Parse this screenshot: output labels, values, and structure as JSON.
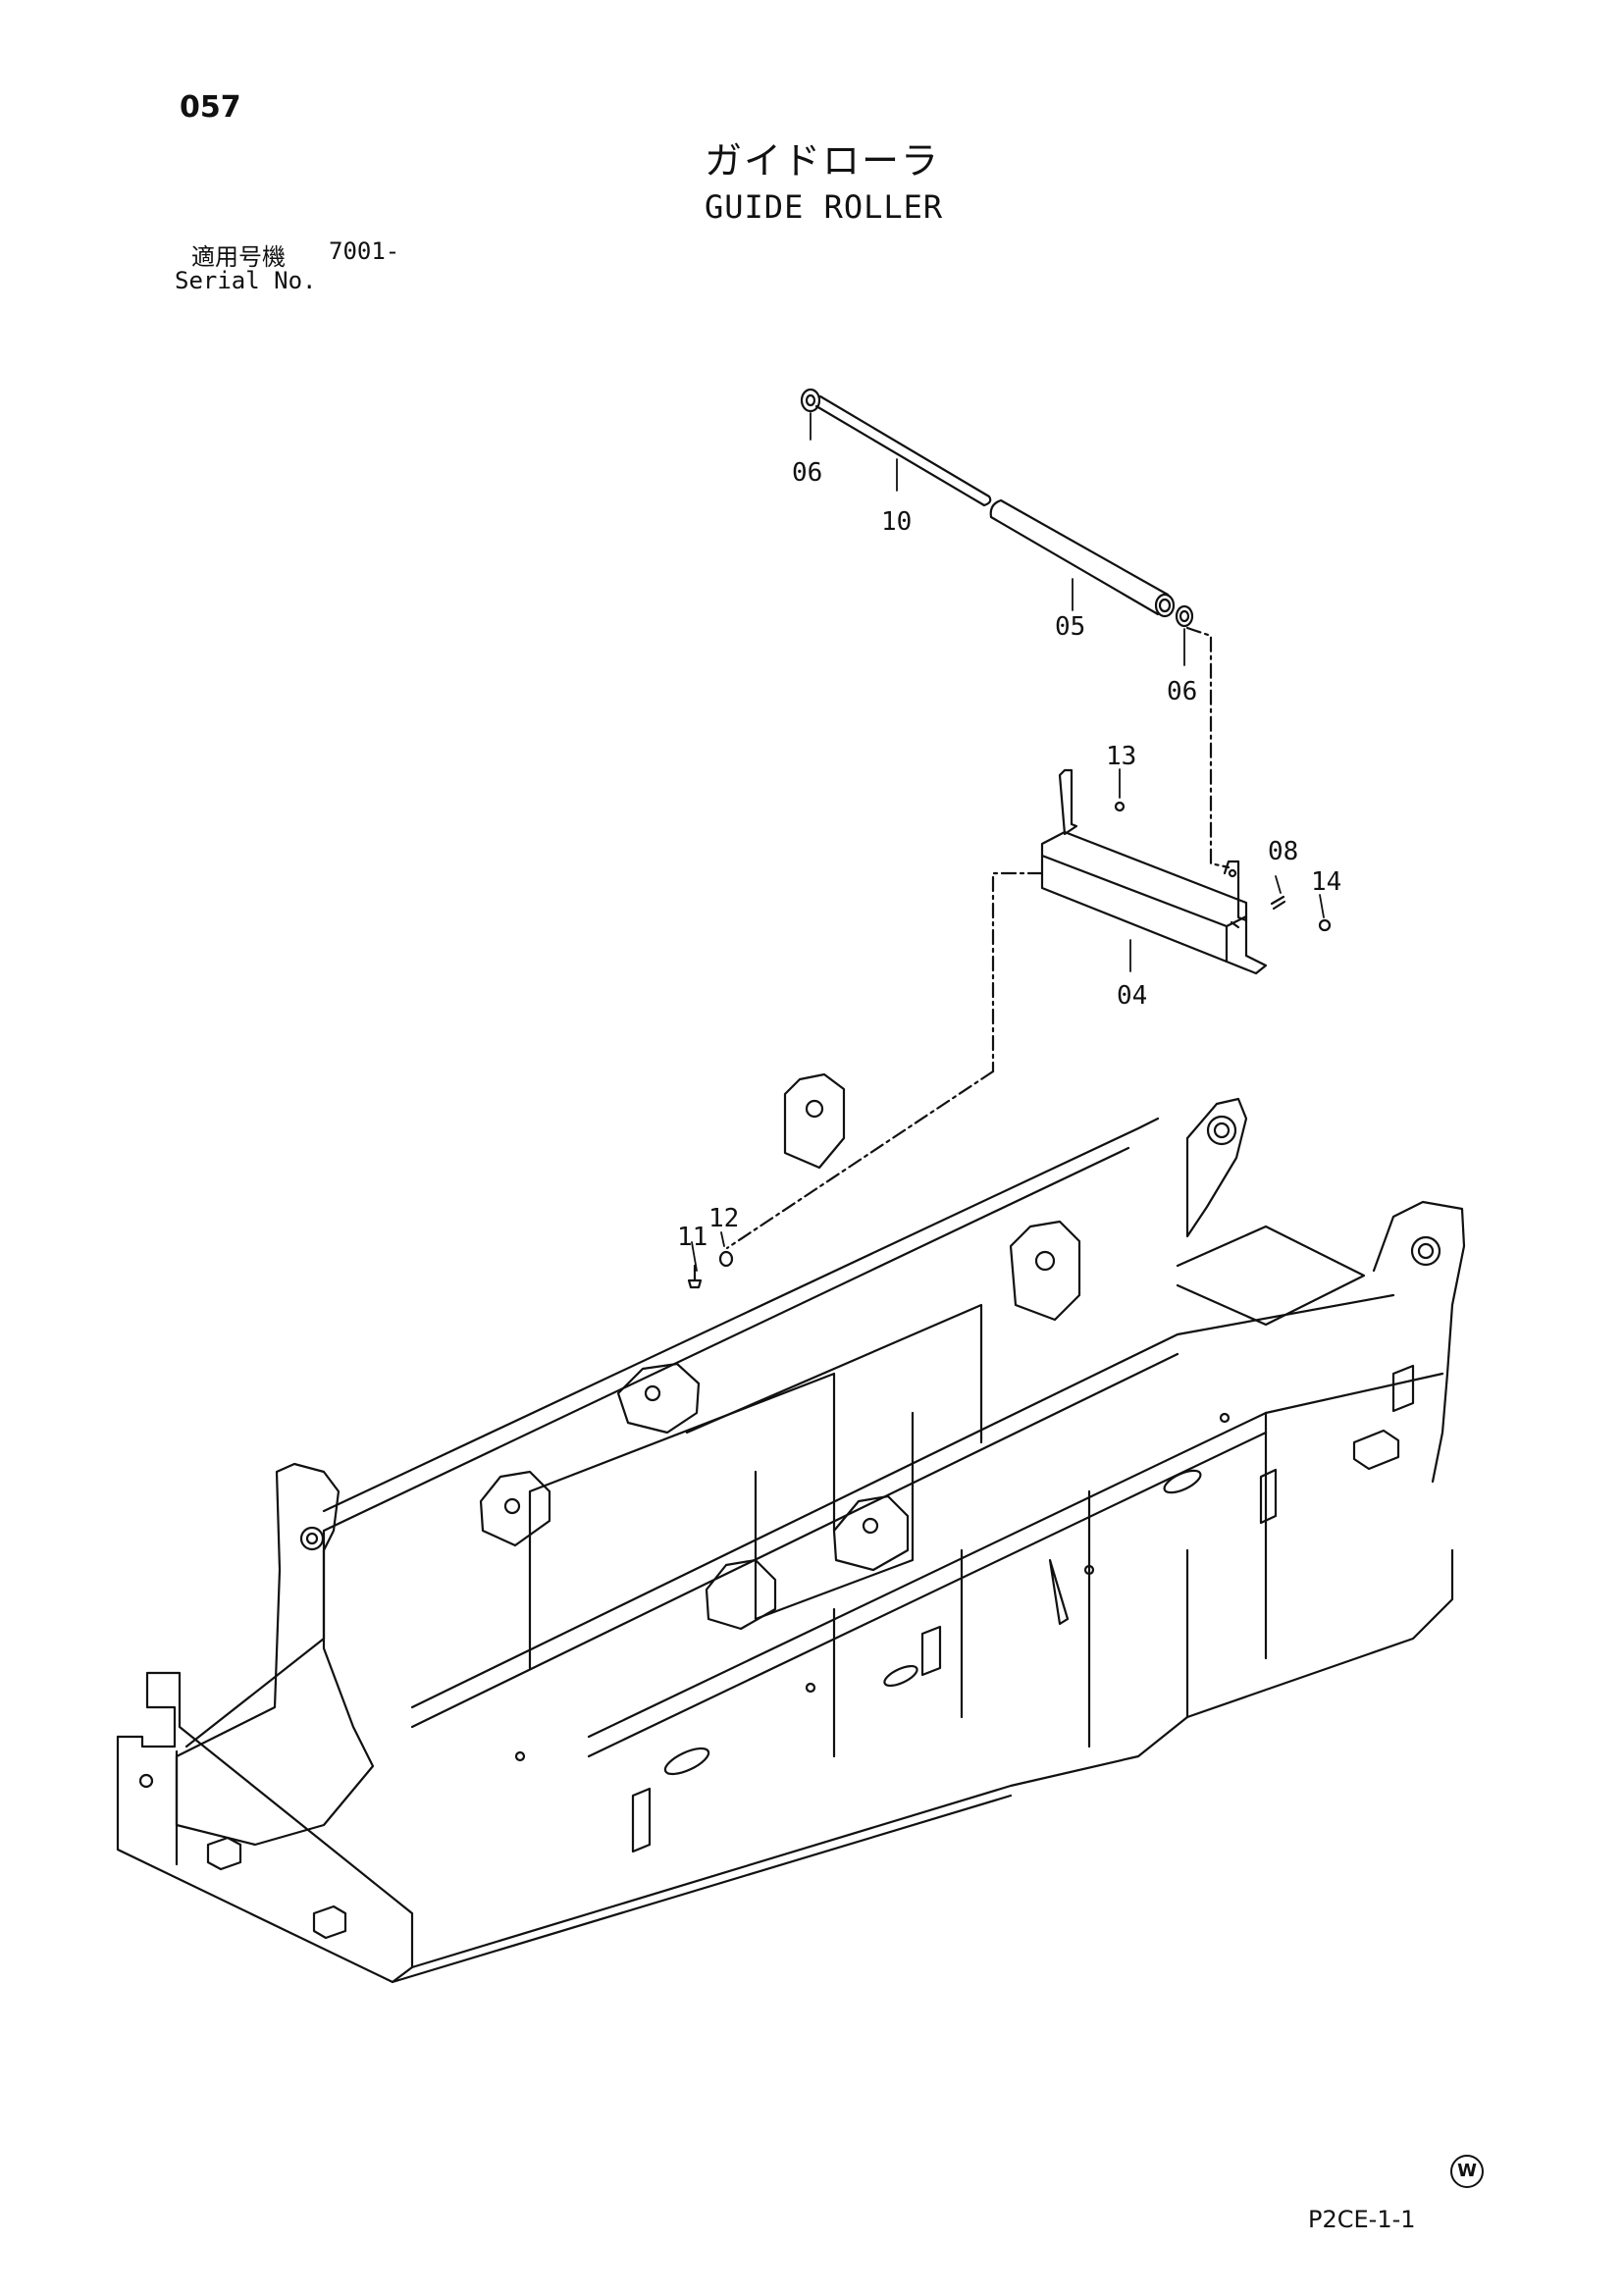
{
  "page_number": "057",
  "title_ja": "ガイドローラ",
  "title_en": "GUIDE ROLLER",
  "serial_label_ja": "適用号機",
  "serial_value": "7001-",
  "serial_label_en": "Serial No.",
  "callouts": {
    "c06a": "06",
    "c10": "10",
    "c05": "05",
    "c06b": "06",
    "c13": "13",
    "c08": "08",
    "c14": "14",
    "c04": "04",
    "c11": "11",
    "c12": "12"
  },
  "w_mark": "W",
  "document_code": "P2CE-1-1"
}
